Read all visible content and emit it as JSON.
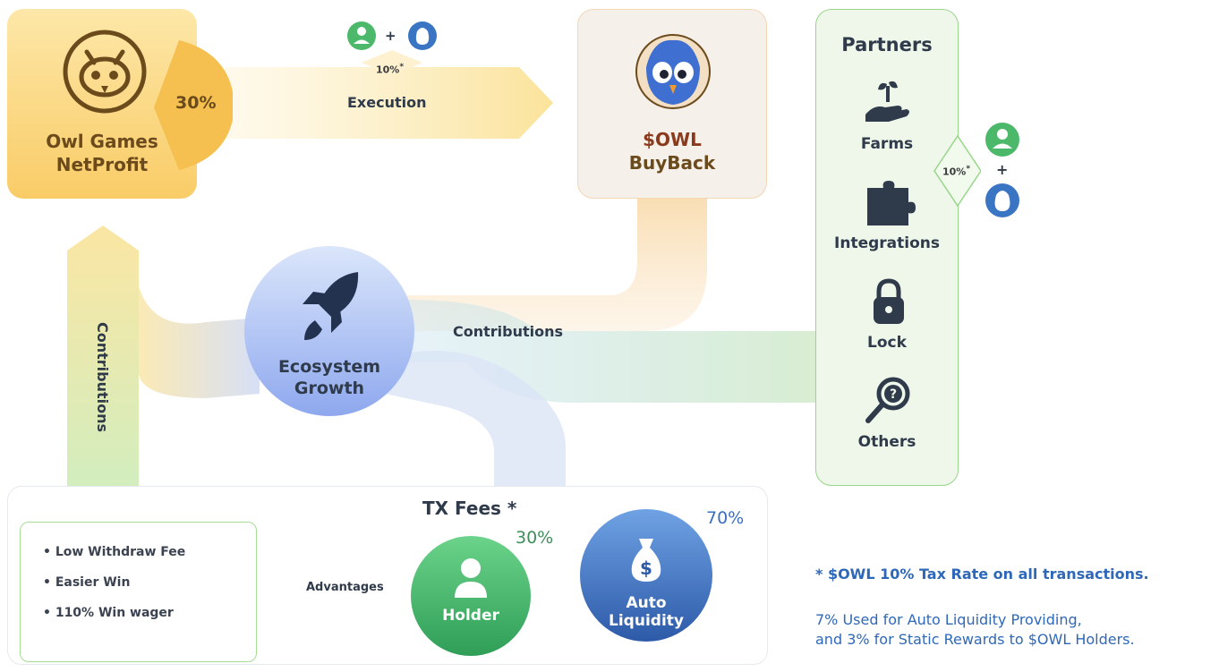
{
  "owl_games": {
    "title_line1": "Owl Games",
    "title_line2": "NetProfit",
    "share": "30%"
  },
  "execution": {
    "label": "Execution",
    "tax": "10%",
    "tax_mark": "*",
    "plus": "+"
  },
  "buyback": {
    "title_line1": "$OWL",
    "title_line2": "BuyBack"
  },
  "partners": {
    "title": "Partners",
    "items": [
      {
        "label": "Farms",
        "icon": "plant-hand-icon"
      },
      {
        "label": "Integrations",
        "icon": "puzzle-icon"
      },
      {
        "label": "Lock",
        "icon": "lock-icon"
      },
      {
        "label": "Others",
        "icon": "question-magnifier-icon"
      }
    ],
    "tax": "10%",
    "tax_mark": "*",
    "plus": "+"
  },
  "ecosystem": {
    "title_line1": "Ecosystem",
    "title_line2": "Growth"
  },
  "contributions_horizontal": "Contributions",
  "contributions_vertical": "Contributions",
  "tx_fees": {
    "title": "TX Fees *",
    "holder": {
      "label": "Holder",
      "share": "30%"
    },
    "auto_liquidity": {
      "label_line1": "Auto",
      "label_line2": "Liquidity",
      "share": "70%"
    },
    "advantages_label": "Advantages",
    "benefits": [
      "• Low Withdraw Fee",
      "• Easier Win",
      "• 110% Win wager"
    ]
  },
  "notes": {
    "star_line": "* $OWL 10% Tax Rate on all transactions.",
    "detail_line1": "7% Used for Auto Liquidity Providing,",
    "detail_line2": "and 3% for Static Rewards to $OWL Holders."
  },
  "colors": {
    "gold": "#f9cc67",
    "green": "#98d68a",
    "blue": "#8ea8ee",
    "brown": "#6b4a1c"
  }
}
